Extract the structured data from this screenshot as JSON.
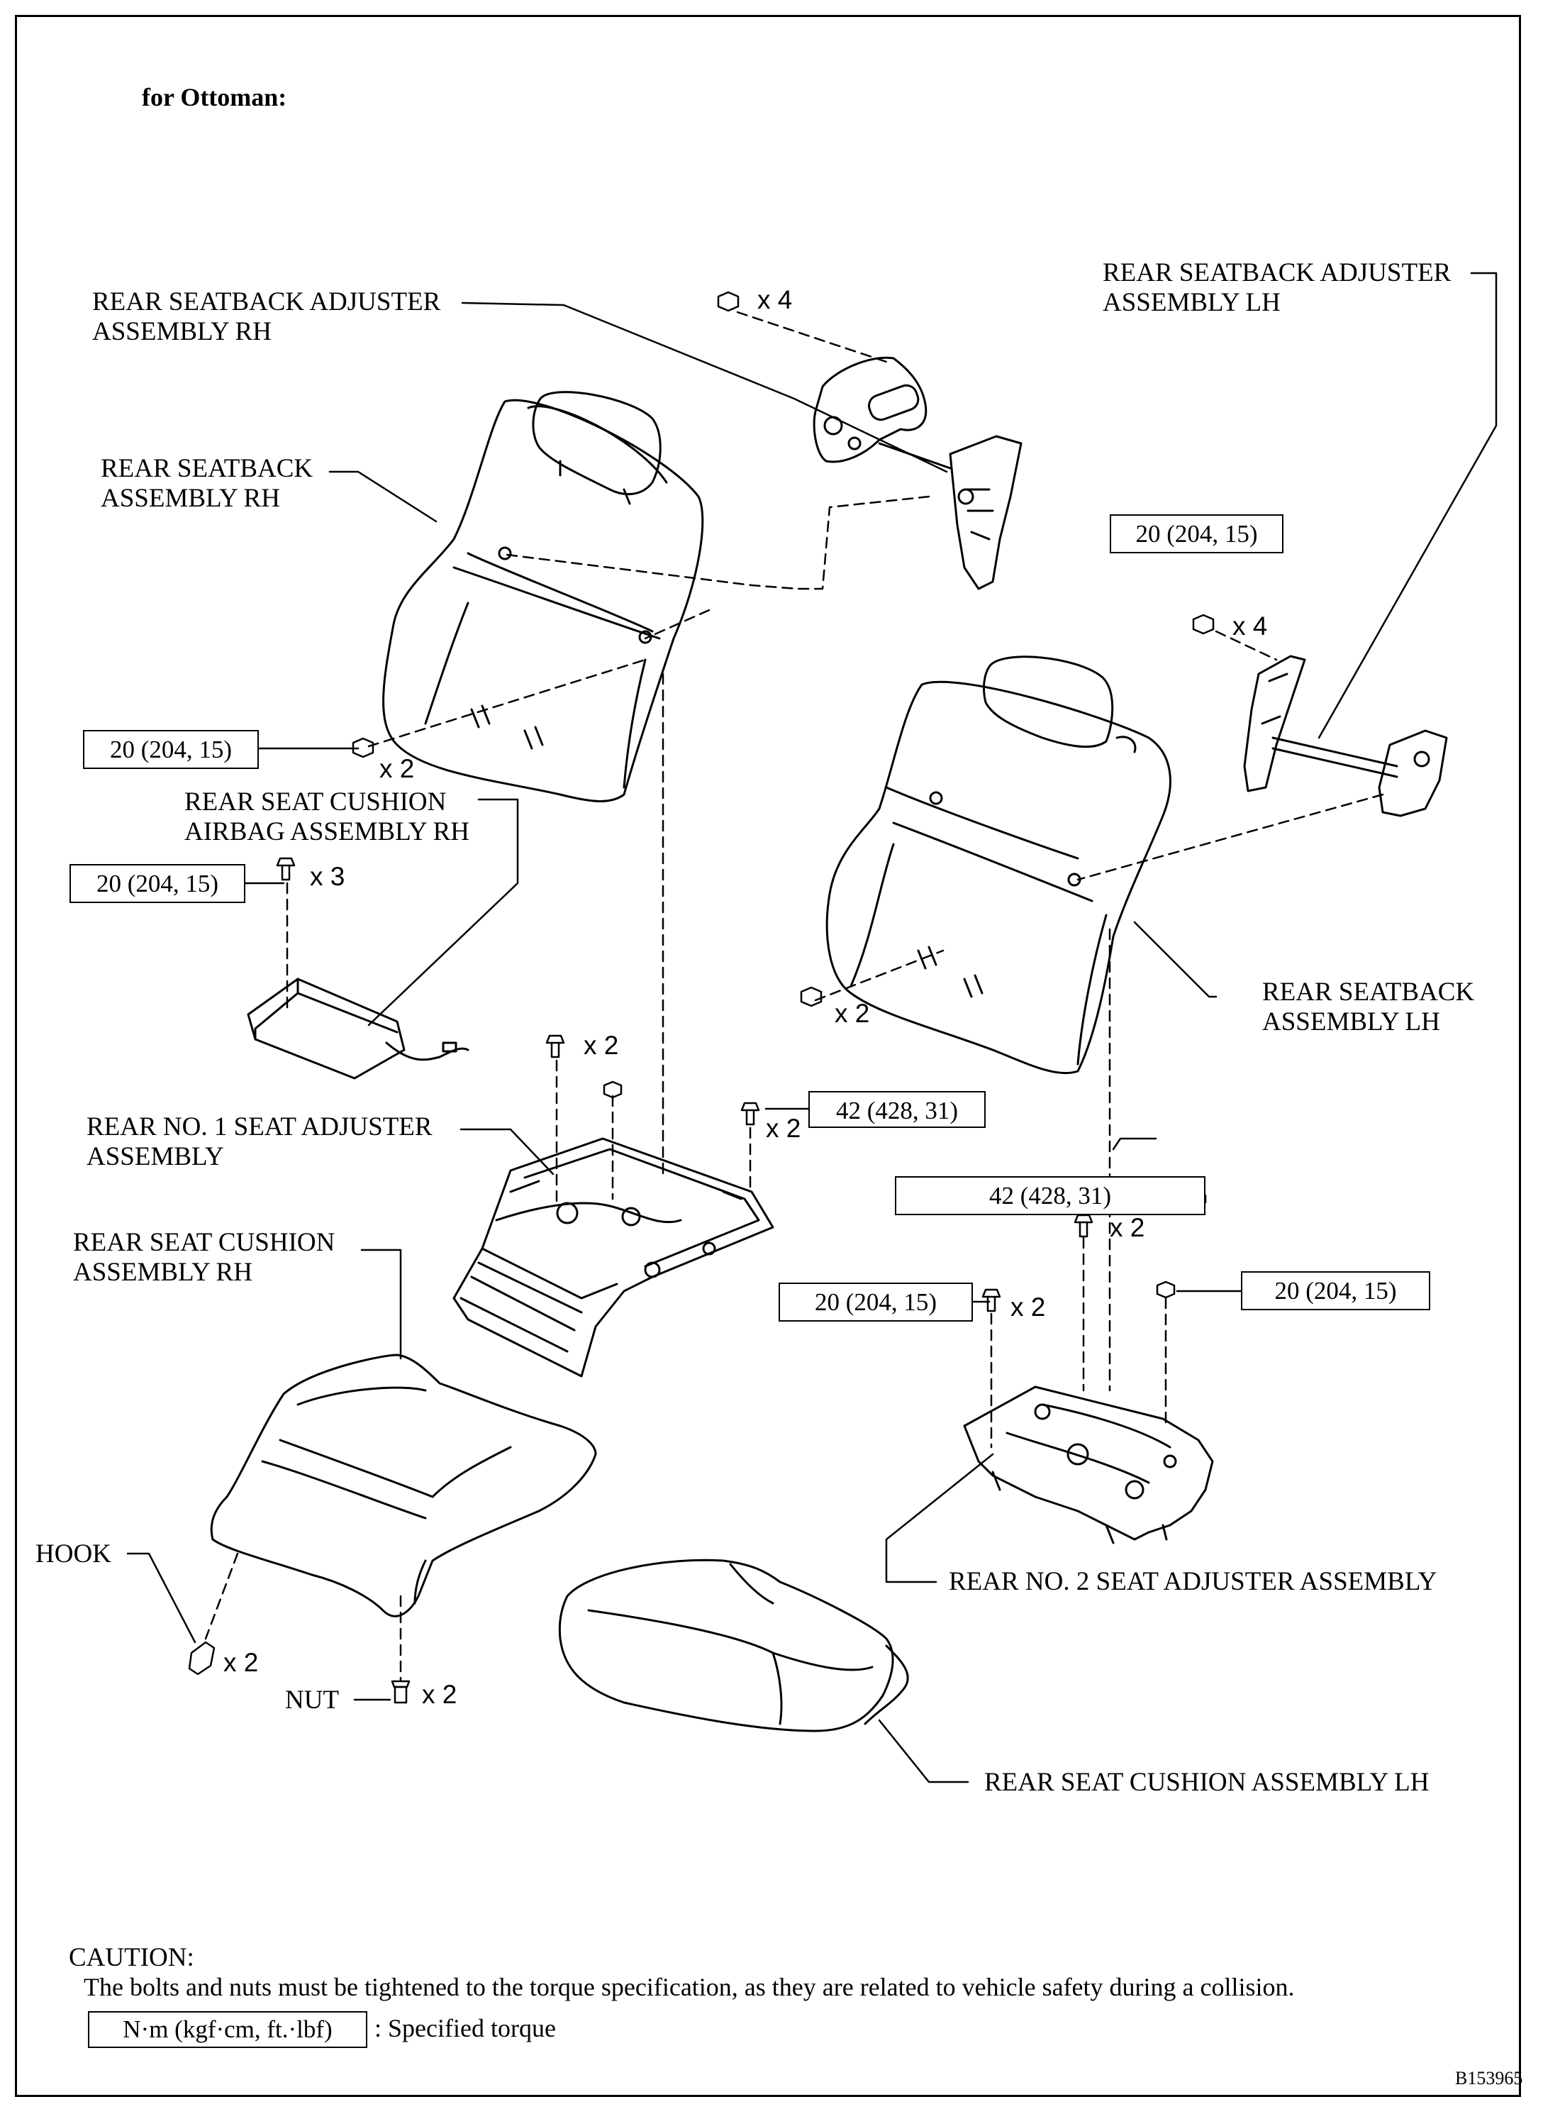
{
  "heading": "for Ottoman:",
  "labels": {
    "seatback_adjuster_rh": "REAR SEATBACK ADJUSTER\nASSEMBLY RH",
    "seatback_adjuster_lh": "REAR SEATBACK ADJUSTER\nASSEMBLY LH",
    "seatback_rh": "REAR SEATBACK\nASSEMBLY RH",
    "seatback_lh": "REAR SEATBACK\nASSEMBLY LH",
    "cushion_airbag_rh": "REAR SEAT CUSHION\nAIRBAG ASSEMBLY RH",
    "seat_adjuster_no1": "REAR NO. 1 SEAT ADJUSTER\nASSEMBLY",
    "seat_cushion_rh": "REAR SEAT CUSHION\nASSEMBLY RH",
    "seat_adjuster_no2": "REAR NO. 2 SEAT ADJUSTER ASSEMBLY",
    "seat_cushion_lh": "REAR SEAT CUSHION ASSEMBLY LH",
    "hook": "HOOK",
    "nut": "NUT"
  },
  "torques": {
    "t1": "20 (204, 15)",
    "t2": "20 (204, 15)",
    "t3": "20 (204, 15)",
    "t4": "42 (428, 31)",
    "t5": "42 (428, 31)",
    "t6": "20 (204, 15)",
    "t7": "20 (204, 15)"
  },
  "quantities": {
    "q1": "x 4",
    "q2": "x 4",
    "q3": "x 2",
    "q4": "x 3",
    "q5": "x 2",
    "q6": "x 2",
    "q7": "x 2",
    "q8": "x 2",
    "q9": "x 2",
    "q10": "x 2",
    "q11": "x 2"
  },
  "caution": {
    "title": "CAUTION:",
    "text": "The bolts and nuts must be tightened to the torque specification, as they are related to vehicle safety during a collision."
  },
  "legend": {
    "unit": "N·m (kgf·cm, ft.·lbf)",
    "description": ": Specified torque"
  },
  "reference_code": "B153965"
}
